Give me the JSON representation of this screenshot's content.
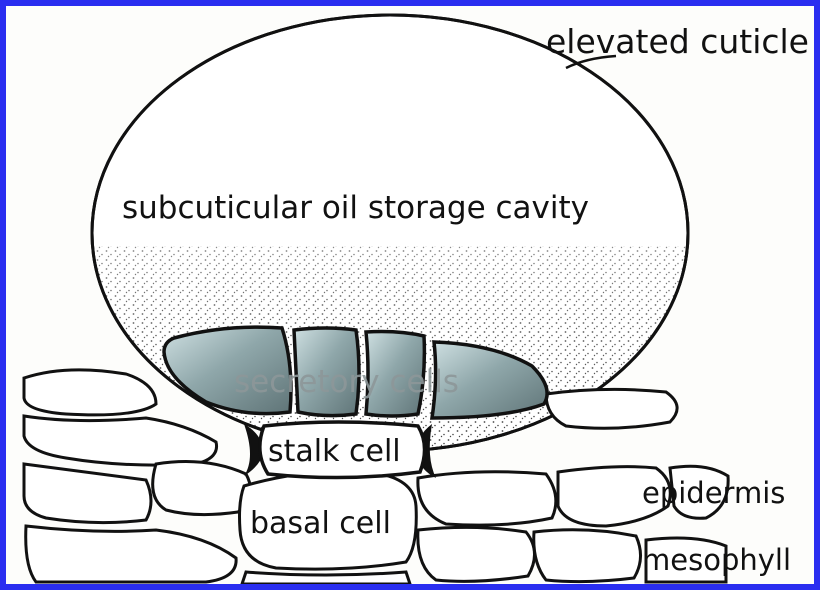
{
  "labels": {
    "elevated_cuticle": "elevated cuticle",
    "cavity": "subcuticular oil storage cavity",
    "secretory_cells": "secretory cells",
    "stalk_cell": "stalk cell",
    "basal_cell": "basal cell",
    "epidermis": "epidermis",
    "mesophyll": "mesophyll"
  },
  "colors": {
    "frame_border": "#2a2ef0",
    "secretory_fill": "#8da3a6",
    "ink": "#111111"
  }
}
